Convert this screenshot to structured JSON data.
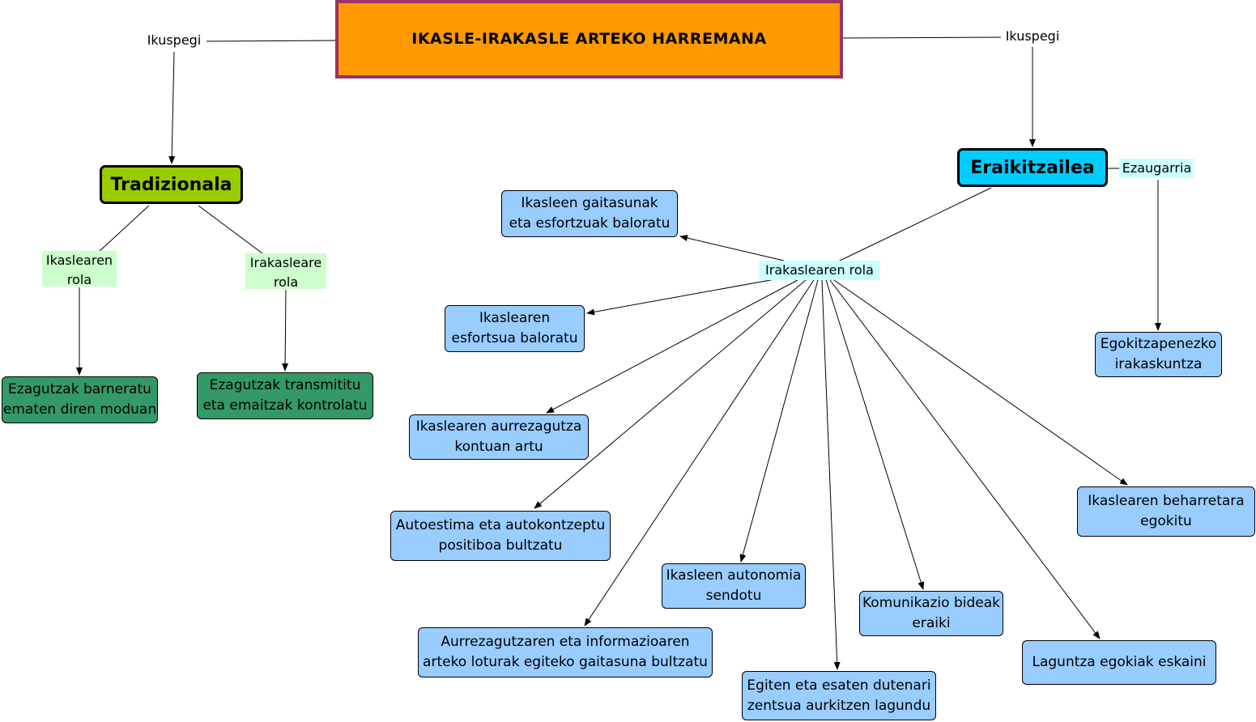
{
  "title": "IKASLE-IRAKASLE ARTEKO HARREMANA",
  "labels": {
    "ikuspegi_left": "Ikuspegi",
    "ikuspegi_right": "Ikuspegi",
    "ikaslearen_rola": "Ikaslearen\nrola",
    "irakasleare_rola": "Irakasleare\nrola",
    "irakaslearen_rola": "Irakaslearen rola",
    "ezaugarria": "Ezaugarria"
  },
  "nodes": {
    "tradizionala": "Tradizionala",
    "eraikitzailea": "Eraikitzailea",
    "ezagutzak_barneratu": "Ezagutzak barneratu\nematen diren moduan",
    "ezagutzak_transmititu": "Ezagutzak transmititu\neta emaitzak kontrolatu",
    "gaitasunak_baloratu": "Ikasleen gaitasunak\neta esfortzuak baloratu",
    "esfortsua_baloratu": "Ikaslearen\nesfortsua baloratu",
    "aurrezagutza_kontuan": "Ikaslearen aurrezagutza\nkontuan artu",
    "autoestima": "Autoestima eta autokontzeptu\npositiboa bultzatu",
    "aurrezagutzaren_loturak": "Aurrezagutzaren eta informazioaren\narteko loturak egiteko gaitasuna bultzatu",
    "autonomia": "Ikasleen autonomia\nsendotu",
    "zentsua": "Egiten eta esaten dutenari\nzentsua aurkitzen lagundu",
    "komunikazio": "Komunikazio bideak\neraiki",
    "laguntza": "Laguntza egokiak eskaini",
    "beharretara": "Ikaslearen beharretara\negokitu",
    "egokitzapenezko": "Egokitzapenezko\nirakaskuntza"
  },
  "colors": {
    "title_fill": "#ff9900",
    "title_border": "#993366",
    "tradizionala_fill": "#99cc00",
    "eraikitzailea_fill": "#00ccff",
    "dark_green_fill": "#339966",
    "light_blue_fill": "#99ccff",
    "label_green": "#ccffcc",
    "label_cyan": "#ccffff"
  }
}
